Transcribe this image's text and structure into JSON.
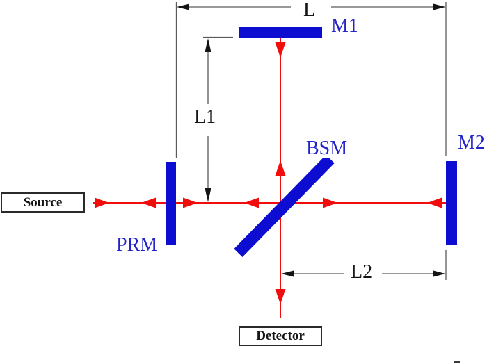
{
  "figure": {
    "type": "interferometer-optical-layout",
    "boxes": {
      "source": "Source",
      "detector": "Detector"
    },
    "optics": {
      "m1": "M1",
      "m2": "M2",
      "bsm": "BSM",
      "prm": "PRM"
    },
    "dimensions": {
      "l": "L",
      "l1": "L1",
      "l2": "L2"
    }
  },
  "colors": {
    "beam_red": "#f20d0d",
    "mirror_blue": "#0d0dd2",
    "label_blue": "#2323cb",
    "dim_line": "#5a5a5a",
    "dim_head": "#141414",
    "text_black": "#161616",
    "box_border": "#2a2a2a",
    "background": "#ffffff"
  }
}
